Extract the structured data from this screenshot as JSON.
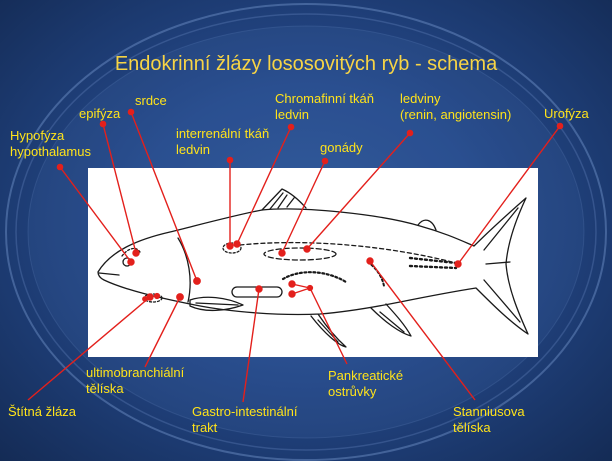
{
  "slide": {
    "title": "Endokrinní žlázy lososovitých ryb - schema",
    "labels": {
      "hypofyza": [
        "Hypofýza",
        "hypothalamus"
      ],
      "epifyza": [
        "epifýza"
      ],
      "srdce": [
        "srdce"
      ],
      "interrenalni": [
        "interrenální tkáň",
        "ledvin"
      ],
      "chromafinni": [
        "Chromafinní tkáň",
        "ledvin"
      ],
      "gonady": [
        "gonády"
      ],
      "ledviny": [
        "ledviny",
        "(renin, angiotensin)"
      ],
      "urofyza": [
        "Urofýza"
      ],
      "ultimobranchialni": [
        "ultimobranchiální",
        "tělíska"
      ],
      "stitna_zlaza": [
        "Štítná žláza"
      ],
      "gastrointestinalni": [
        "Gastro-intestinální",
        "trakt"
      ],
      "pankreaticke": [
        "Pankreatické",
        "ostrůvky"
      ],
      "stanniusova": [
        "Stanniusova",
        "tělíska"
      ]
    }
  },
  "colors": {
    "title": "#f7d445",
    "label": "#ffe31a",
    "pointer": "#e3201c",
    "diagram_background": "#ffffff",
    "fish_outline": "#1a1a1a"
  }
}
